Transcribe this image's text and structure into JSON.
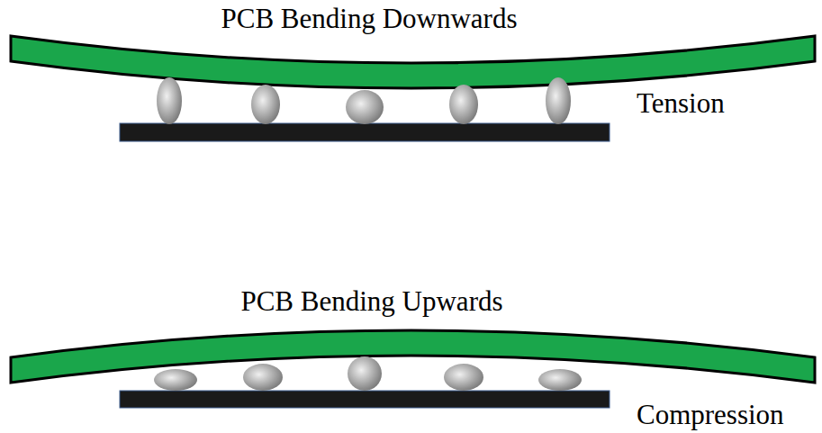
{
  "diagram": {
    "labels": [
      "PCB Bending Downwards",
      "Tension",
      "PCB Bending Upwards",
      "Compression"
    ]
  }
}
